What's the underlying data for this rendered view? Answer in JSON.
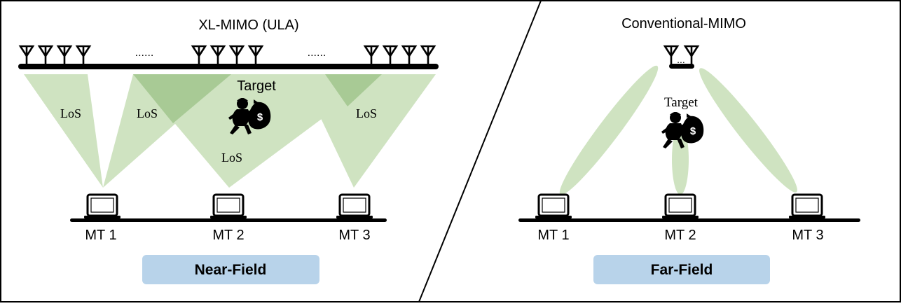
{
  "colors": {
    "beam": "#cfe3c1",
    "beam_overlap": "#a8ca95",
    "outline": "#000000",
    "badge": "#b8d3ea",
    "background": "#ffffff"
  },
  "near_field": {
    "array_title": "XL-MIMO (ULA)",
    "ellipsis_1": "......",
    "ellipsis_2": "......",
    "target_label": "Target",
    "beam_labels": [
      "LoS",
      "LoS",
      "LoS",
      "LoS"
    ],
    "terminals": [
      "MT 1",
      "MT 2",
      "MT 3"
    ],
    "badge": "Near-Field"
  },
  "far_field": {
    "array_title": "Conventional-MIMO",
    "array_ellipsis": "...",
    "target_label": "Target",
    "terminals": [
      "MT 1",
      "MT 2",
      "MT 3"
    ],
    "badge": "Far-Field"
  },
  "icons": {
    "antenna": "antenna-icon",
    "laptop": "laptop-icon",
    "thief": "thief-with-money-bag-icon"
  }
}
